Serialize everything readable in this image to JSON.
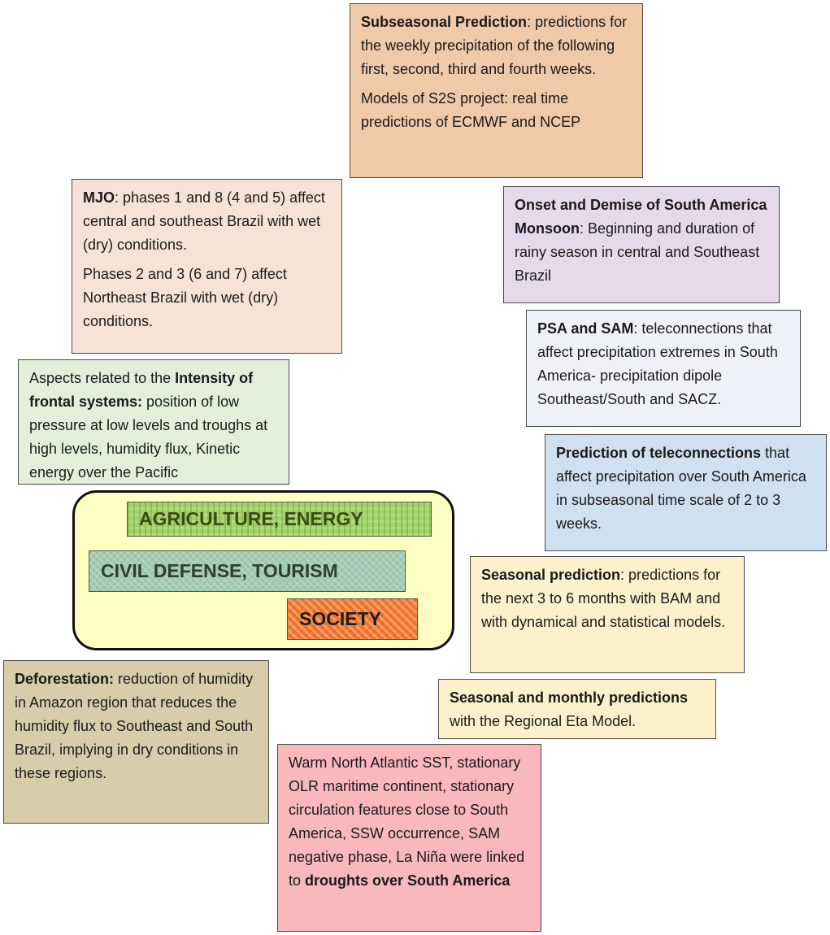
{
  "subseasonal": {
    "title": "Subseasonal Prediction",
    "text1": ": predictions for the weekly precipitation of the following first, second, third and fourth weeks.",
    "text2": "Models of S2S project: real time predictions of ECMWF and NCEP"
  },
  "mjo": {
    "title": "MJO",
    "text1": ": phases 1 and 8 (4 and 5) affect central and southeast Brazil with wet (dry) conditions.",
    "text2": "Phases 2 and 3 (6 and 7) affect Northeast Brazil with wet (dry) conditions."
  },
  "monsoon": {
    "title": "Onset and Demise of South America Monsoon",
    "text": ": Beginning and duration of rainy season in central and Southeast Brazil"
  },
  "psa_sam": {
    "title": "PSA and SAM",
    "text": ": teleconnections that affect precipitation extremes in South America- precipitation dipole Southeast/South and SACZ."
  },
  "frontal": {
    "prefix": "Aspects related to the ",
    "title": "Intensity of frontal systems:",
    "text": " position of low pressure at low levels and troughs at high levels, humidity flux, Kinetic energy over the Pacific"
  },
  "teleconnections": {
    "title": "Prediction of teleconnections",
    "text": " that affect precipitation over South America in subseasonal time scale of 2 to 3 weeks."
  },
  "seasonal": {
    "title": "Seasonal prediction",
    "text": ": predictions for the next 3 to 6 months with BAM and with dynamical and statistical models."
  },
  "monthly": {
    "title": "Seasonal and monthly predictions",
    "text": " with the Regional Eta Model."
  },
  "deforestation": {
    "title": "Deforestation:",
    "text": " reduction of humidity in Amazon region that reduces the humidity flux to Southeast and South Brazil, implying in dry conditions in these regions."
  },
  "droughts": {
    "text": "Warm North Atlantic SST, stationary OLR maritime continent, stationary circulation features close to South America, SSW occurrence, SAM negative phase, La Niña were linked to ",
    "title": "droughts over South America"
  },
  "sectors": {
    "agriculture": "AGRICULTURE, ENERGY",
    "civil": "CIVIL DEFENSE, TOURISM",
    "society": "SOCIETY"
  },
  "colors": {
    "subseasonal": "#f0c9a8",
    "mjo": "#f7e3d6",
    "monsoon": "#e5d9ec",
    "psa_sam": "#eef2f8",
    "frontal": "#e3efd9",
    "teleconnections": "#cfe0f1",
    "seasonal": "#fdf1cc",
    "deforestation": "#d8ccab",
    "droughts": "#f8b8bc",
    "sectors_panel": "#fefec2",
    "agriculture": "#a3d26a",
    "civil": "#a5cbb3",
    "society": "#f07834"
  }
}
